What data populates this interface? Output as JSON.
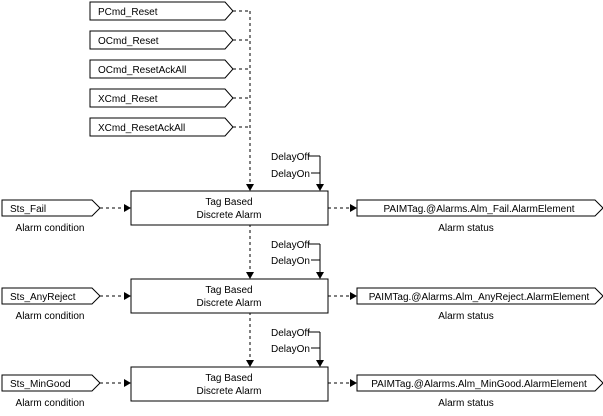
{
  "reset_inputs": [
    "PCmd_Reset",
    "OCmd_Reset",
    "OCmd_ResetAckAll",
    "XCmd_Reset",
    "XCmd_ResetAckAll"
  ],
  "alarms": [
    {
      "input_tag": "Sts_Fail",
      "input_caption": "Alarm condition",
      "block_line1": "Tag Based",
      "block_line2": "Discrete Alarm",
      "output_tag": "PAIMTag.@Alarms.Alm_Fail.AlarmElement",
      "output_caption": "Alarm status",
      "delay_off": "DelayOff",
      "delay_on": "DelayOn"
    },
    {
      "input_tag": "Sts_AnyReject",
      "input_caption": "Alarm condition",
      "block_line1": "Tag Based",
      "block_line2": "Discrete Alarm",
      "output_tag": "PAIMTag.@Alarms.Alm_AnyReject.AlarmElement",
      "output_caption": "Alarm status",
      "delay_off": "DelayOff",
      "delay_on": "DelayOn"
    },
    {
      "input_tag": "Sts_MinGood",
      "input_caption": "Alarm condition",
      "block_line1": "Tag Based",
      "block_line2": "Discrete Alarm",
      "output_tag": "PAIMTag.@Alarms.Alm_MinGood.AlarmElement",
      "output_caption": "Alarm status",
      "delay_off": "DelayOff",
      "delay_on": "DelayOn"
    }
  ]
}
